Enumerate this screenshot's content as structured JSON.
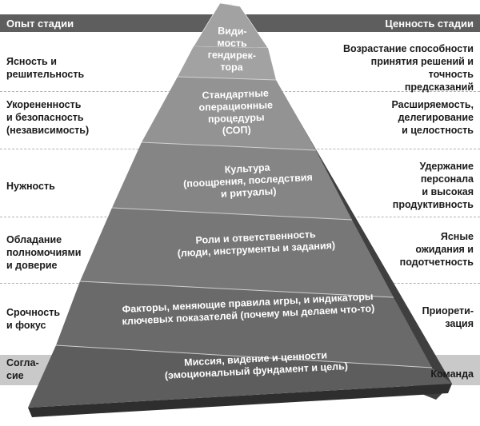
{
  "header": {
    "left_title": "Опыт стадии",
    "right_title": "Ценность стадии"
  },
  "rows": [
    {
      "experience": "Ясность и решительность",
      "tier": "Види-\nмость\nгендирек-\nтора",
      "value": "Возрастание способности\nпринятия решений и точность\nпредсказаний"
    },
    {
      "experience": "Укорененность\nи безопасность\n(независимость)",
      "tier": "Стандартные\nоперационные\nпроцедуры\n(СОП)",
      "value": "Расширяемость,\nделегирование\nи целостность"
    },
    {
      "experience": "Нужность",
      "tier": "Культура\n(поощрения, последствия\nи ритуалы)",
      "value": "Удержание\nперсонала\nи высокая\nпродуктивность"
    },
    {
      "experience": "Обладание\nполномочиями\nи доверие",
      "tier": "Роли и ответственность\n(люди, инструменты и задания)",
      "value": "Ясные\nожидания и\nподотчетность"
    },
    {
      "experience": "Срочность\nи фокус",
      "tier": "Факторы, меняющие правила игры, и индикаторы\nключевых показателей (почему мы делаем что-то)",
      "value": "Приорети-\nзация"
    },
    {
      "experience": "Согла-\nсие",
      "tier": "Миссия, видение и ценности\n(эмоциональный фундамент и цель)",
      "value": "Команда"
    }
  ],
  "colors": {
    "header_bg": "#5e5e5e",
    "tier_fills": [
      "#a2a2a2",
      "#939393",
      "#858585",
      "#777777",
      "#6a6a6a",
      "#5d5d5d"
    ],
    "pyramid_side": "#3f3f3f"
  }
}
